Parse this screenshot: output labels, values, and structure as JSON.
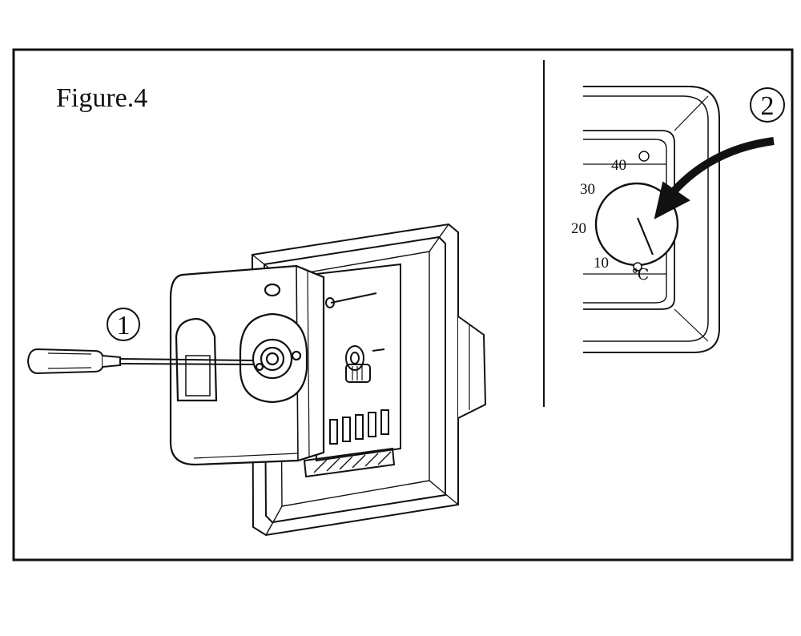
{
  "figure": {
    "title": "Figure.4",
    "step_one": "①",
    "step_two": "②"
  },
  "dial": {
    "scale_labels": [
      "40",
      "30",
      "20",
      "10"
    ],
    "unit": "℃"
  }
}
